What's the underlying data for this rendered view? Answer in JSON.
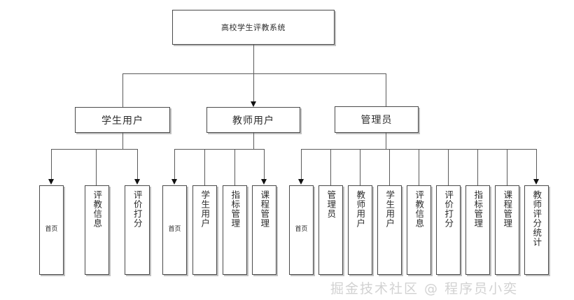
{
  "diagram": {
    "type": "tree-hierarchy",
    "title_node": {
      "label": "高校学生评教系统"
    },
    "level2": [
      {
        "id": "student",
        "label": "学生用户"
      },
      {
        "id": "teacher",
        "label": "教师用户"
      },
      {
        "id": "admin",
        "label": "管理员"
      }
    ],
    "leaves": {
      "student": [
        {
          "label": "首页",
          "orientation": "horizontal"
        },
        {
          "label": "评教信息",
          "orientation": "vertical"
        },
        {
          "label": "评价打分",
          "orientation": "vertical"
        }
      ],
      "teacher": [
        {
          "label": "首页",
          "orientation": "horizontal"
        },
        {
          "label": "学生用户",
          "orientation": "vertical"
        },
        {
          "label": "指标管理",
          "orientation": "vertical"
        },
        {
          "label": "课程管理",
          "orientation": "vertical"
        }
      ],
      "admin": [
        {
          "label": "首页",
          "orientation": "horizontal"
        },
        {
          "label": "管理员",
          "orientation": "vertical"
        },
        {
          "label": "教师用户",
          "orientation": "vertical"
        },
        {
          "label": "学生用户",
          "orientation": "vertical"
        },
        {
          "label": "评教信息",
          "orientation": "vertical"
        },
        {
          "label": "评价打分",
          "orientation": "vertical"
        },
        {
          "label": "指标管理",
          "orientation": "vertical"
        },
        {
          "label": "课程管理",
          "orientation": "vertical"
        },
        {
          "label": "教师评分统计",
          "orientation": "vertical"
        }
      ]
    }
  },
  "watermark": {
    "text": "掘金技术社区 @ 程序员小奕"
  },
  "colors": {
    "box_border": "#4a4a4a",
    "connector": "#5a5a5a",
    "arrow": "#111111",
    "text": "#2b2b2b",
    "watermark": "#d2d2d2",
    "background": "#ffffff"
  }
}
